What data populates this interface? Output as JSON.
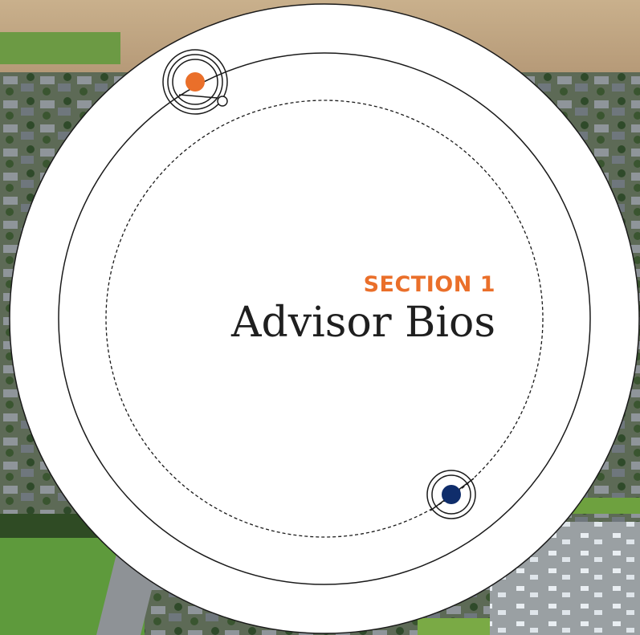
{
  "section": {
    "label": "SECTION 1",
    "title": "Advisor Bios"
  },
  "colors": {
    "accent_orange": "#ea6f2a",
    "accent_navy": "#0f2d6b",
    "circle_fill": "#ffffff",
    "line": "#1a1a1a"
  },
  "background": {
    "description_icon": "aerial-neighborhood-photo"
  }
}
